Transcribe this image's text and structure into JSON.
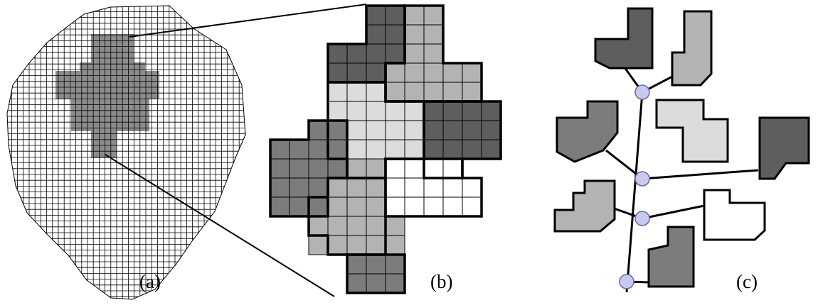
{
  "panels": [
    {
      "id": "a",
      "caption": "(a)"
    },
    {
      "id": "b",
      "caption": "(b)"
    },
    {
      "id": "c",
      "caption": "(c)"
    }
  ],
  "shades": {
    "dark": "#5e5e5e",
    "medium_dark": "#7c7c7c",
    "medium": "#b3b3b3",
    "light": "#dcdcdc",
    "white": "#ffffff",
    "highlight": "#8c8c8c",
    "node": "#c8c8f0"
  }
}
